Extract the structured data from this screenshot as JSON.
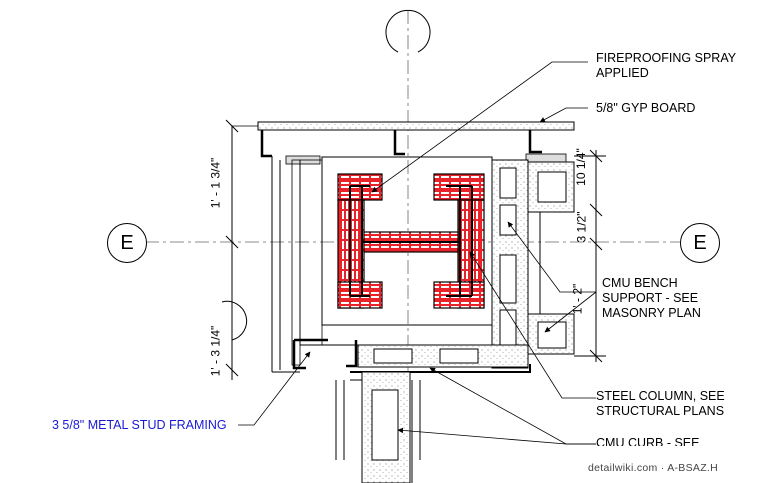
{
  "labels": {
    "fireproofing_line1": "FIREPROOFING SPRAY",
    "fireproofing_line2": "APPLIED",
    "gyp_board": "5/8\" GYP BOARD",
    "cmu_bench_line1": "CMU BENCH",
    "cmu_bench_line2": "SUPPORT - SEE",
    "cmu_bench_line3": "MASONRY PLAN",
    "steel_col_line1": "STEEL COLUMN, SEE",
    "steel_col_line2": "STRUCTURAL PLANS",
    "cmu_curb": "CMU CURB - SEE",
    "metal_stud": "3 5/8\" METAL STUD FRAMING"
  },
  "dimensions": {
    "left_upper": "1' - 1 3/4\"",
    "left_lower": "1' - 3 1/4\"",
    "right_1": "10 1/4\"",
    "right_2": "3 1/2\"",
    "right_3": "1' - 2\""
  },
  "grid": {
    "left_bubble": "E",
    "right_bubble": "E"
  },
  "watermark": "detailwiki.com · A-BSAZ.H",
  "colors": {
    "fireproofing": "#e8232a",
    "annotation_blue": "#1a1ad6"
  }
}
